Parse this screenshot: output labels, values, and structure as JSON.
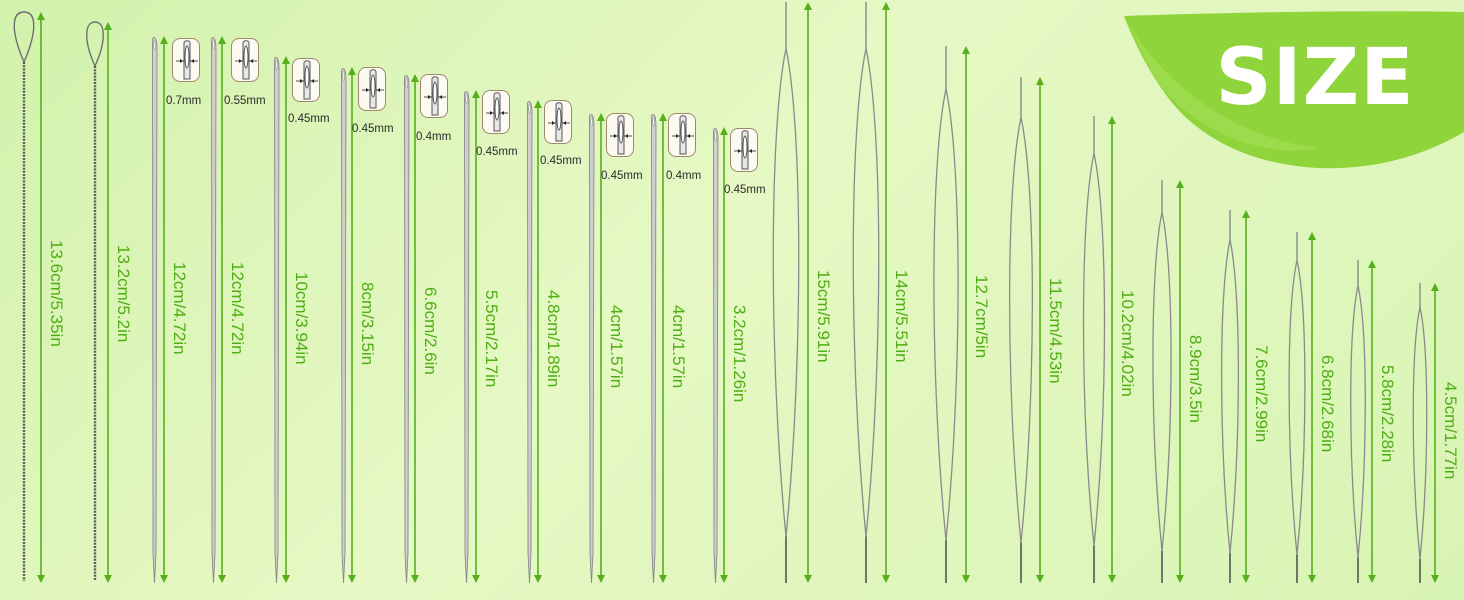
{
  "banner": {
    "title": "SIZE",
    "colors": {
      "leaf": "#8fd43a",
      "text": "#ffffff"
    }
  },
  "colors": {
    "background": "#dff6bd",
    "arrow": "#56b01c",
    "needle": "#8a8a8a"
  },
  "needles": [
    {
      "kind": "twisted-loop",
      "length": "13.6cm/5.35in"
    },
    {
      "kind": "twisted-loop",
      "length": "13.2cm/5.2in"
    },
    {
      "kind": "eye",
      "length": "12cm/4.72in",
      "eye": "0.7mm"
    },
    {
      "kind": "eye",
      "length": "12cm/4.72in",
      "eye": "0.55mm"
    },
    {
      "kind": "eye",
      "length": "10cm/3.94in",
      "eye": "0.45mm"
    },
    {
      "kind": "eye",
      "length": "8cm/3.15in",
      "eye": "0.45mm"
    },
    {
      "kind": "eye",
      "length": "6.6cm/2.6in",
      "eye": "0.4mm"
    },
    {
      "kind": "eye",
      "length": "5.5cm/2.17in",
      "eye": "0.45mm"
    },
    {
      "kind": "eye",
      "length": "4.8cm/1.89in",
      "eye": "0.45mm"
    },
    {
      "kind": "eye",
      "length": "4cm/1.57in",
      "eye": "0.45mm"
    },
    {
      "kind": "eye",
      "length": "4cm/1.57in",
      "eye": "0.4mm"
    },
    {
      "kind": "eye",
      "length": "3.2cm/1.26in",
      "eye": "0.45mm"
    },
    {
      "kind": "split-wire",
      "length": "15cm/5.91in"
    },
    {
      "kind": "split-wire",
      "length": "14cm/5.51in"
    },
    {
      "kind": "split-wire",
      "length": "12.7cm/5in"
    },
    {
      "kind": "split-wire",
      "length": "11.5cm/4.53in"
    },
    {
      "kind": "split-wire",
      "length": "10.2cm/4.02in"
    },
    {
      "kind": "split-wire",
      "length": "8.9cm/3.5in"
    },
    {
      "kind": "split-wire",
      "length": "7.6cm/2.99in"
    },
    {
      "kind": "split-wire",
      "length": "6.8cm/2.68in"
    },
    {
      "kind": "split-wire",
      "length": "5.8cm/2.28in"
    },
    {
      "kind": "split-wire",
      "length": "4.5cm/1.77in"
    }
  ]
}
